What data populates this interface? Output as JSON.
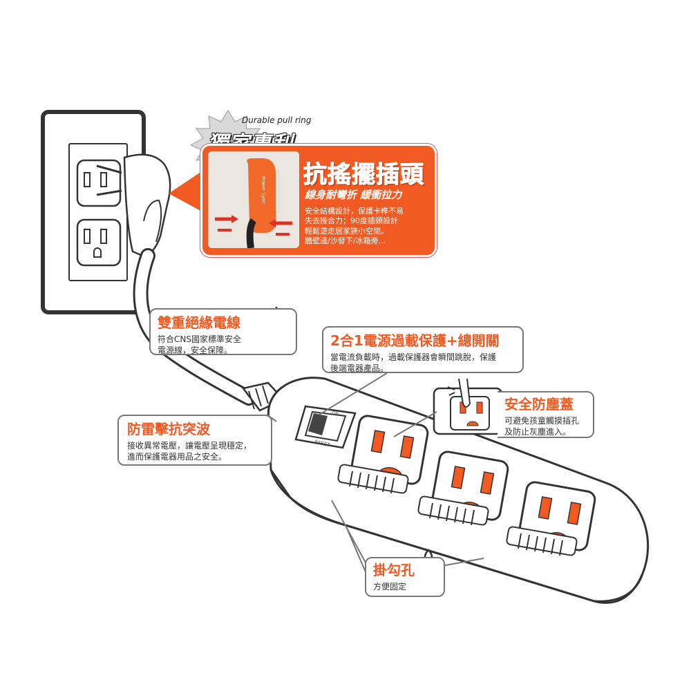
{
  "badge": {
    "text": "獨家專利",
    "pull_ring": "Durable pull ring"
  },
  "promo": {
    "title": "抗搖擺插頭",
    "subtitle": "線身耐彎折 緩衝拉力",
    "body": [
      "安全結構設計，保護卡榫不易",
      "失去接合力；90度插頭設計",
      "輕鬆遊走居家狹小空間。",
      "牆壁邊/沙發下/冰箱旁..."
    ],
    "plug_text": "Power Sync"
  },
  "callouts": {
    "insulation": {
      "title": "雙重絕緣電線",
      "body": [
        "符合CNS國家標準安全",
        "電源線，安全保障。"
      ]
    },
    "overload": {
      "title": "2合1電源過載保護+總開關",
      "body": [
        "當電流負載時，過載保護器會瞬間跳脫，保護",
        "後端電器產品。"
      ]
    },
    "dust": {
      "title": "安全防塵蓋",
      "body": [
        "可避免孩童觸摸插孔",
        "及防止灰塵進入。"
      ]
    },
    "surge": {
      "title": "防雷擊抗突波",
      "body": [
        "接收異常電壓，讓電壓呈現穩定，",
        "進而保護電器用品之安全。"
      ]
    },
    "hook": {
      "title": "掛勾孔",
      "body": [
        "方便固定"
      ]
    }
  },
  "switch": {
    "on_label": "ON",
    "reset_label": "RESET"
  },
  "colors": {
    "accent": "#f15a22",
    "outline": "#333333",
    "callout_border": "#777777"
  }
}
